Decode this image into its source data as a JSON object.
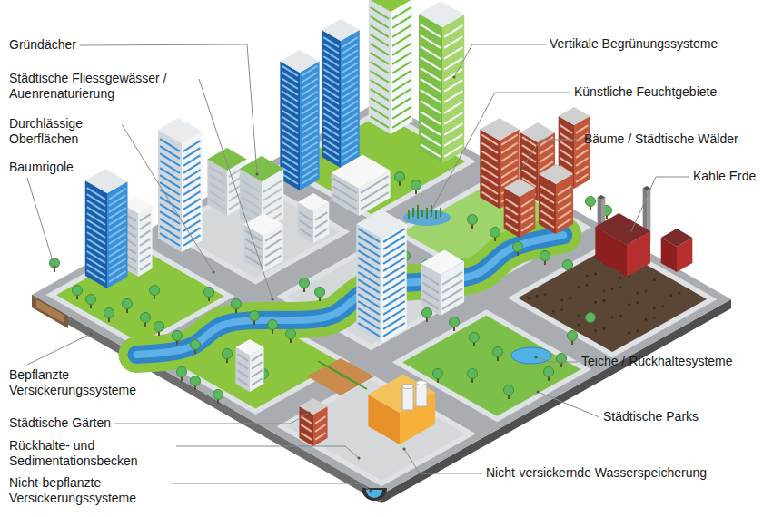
{
  "diagram": {
    "labels": [
      "Gründächer",
      "Städtische Fliessgewässer / Auenrenaturierung",
      "Durchlässige Oberflächen",
      "Baumrigole",
      "Bepflanzte Versickerungssysteme",
      "Städtische Gärten",
      "Rückhalte- und Sedimentationsbecken",
      "Nicht-bepflanzte Versickerungssysteme",
      "Vertikale Begrünungssysteme",
      "Künstliche Feuchtgebiete",
      "Bäume / Städtische Wälder",
      "Kahle Erde",
      "Teiche / Rückhaltesysteme",
      "Städtische Parks",
      "Nicht-versickernde Wasserspeicherung"
    ]
  }
}
